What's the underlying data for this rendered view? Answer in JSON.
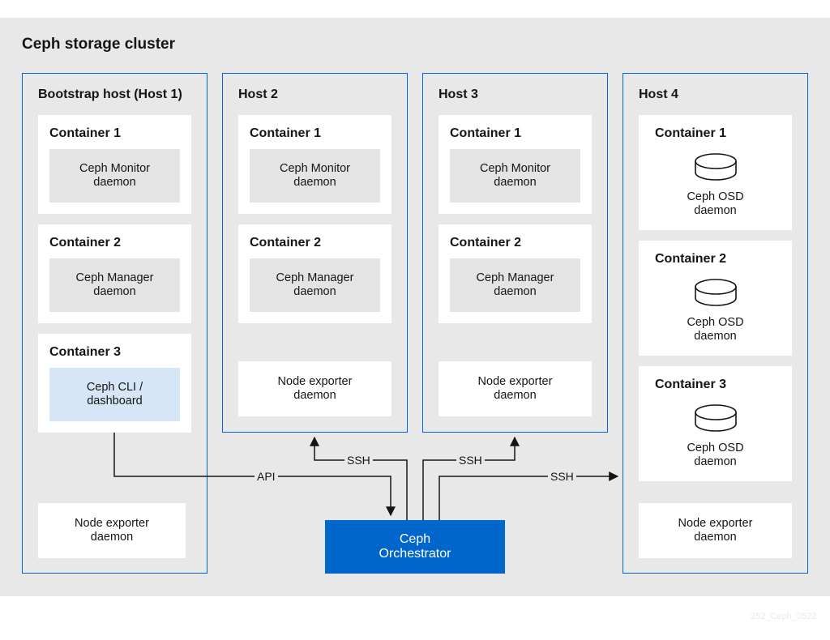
{
  "cluster": {
    "title": "Ceph storage cluster"
  },
  "hosts": {
    "host1": {
      "title": "Bootstrap host (Host 1)",
      "c1": {
        "title": "Container 1",
        "l1": "Ceph Monitor",
        "l2": "daemon"
      },
      "c2": {
        "title": "Container 2",
        "l1": "Ceph Manager",
        "l2": "daemon"
      },
      "c3": {
        "title": "Container 3",
        "l1": "Ceph CLI /",
        "l2": "dashboard"
      },
      "node": {
        "l1": "Node exporter",
        "l2": "daemon"
      }
    },
    "host2": {
      "title": "Host 2",
      "c1": {
        "title": "Container 1",
        "l1": "Ceph Monitor",
        "l2": "daemon"
      },
      "c2": {
        "title": "Container 2",
        "l1": "Ceph Manager",
        "l2": "daemon"
      },
      "node": {
        "l1": "Node exporter",
        "l2": "daemon"
      }
    },
    "host3": {
      "title": "Host 3",
      "c1": {
        "title": "Container 1",
        "l1": "Ceph Monitor",
        "l2": "daemon"
      },
      "c2": {
        "title": "Container 2",
        "l1": "Ceph Manager",
        "l2": "daemon"
      },
      "node": {
        "l1": "Node exporter",
        "l2": "daemon"
      }
    },
    "host4": {
      "title": "Host 4",
      "c1": {
        "title": "Container 1",
        "l1": "Ceph OSD",
        "l2": "daemon"
      },
      "c2": {
        "title": "Container 2",
        "l1": "Ceph OSD",
        "l2": "daemon"
      },
      "c3": {
        "title": "Container 3",
        "l1": "Ceph OSD",
        "l2": "daemon"
      },
      "node": {
        "l1": "Node exporter",
        "l2": "daemon"
      }
    }
  },
  "orchestrator": {
    "l1": "Ceph",
    "l2": "Orchestrator"
  },
  "connections": {
    "api": "API",
    "ssh_host2": "SSH",
    "ssh_host3": "SSH",
    "ssh_host4": "SSH"
  },
  "colors": {
    "accent": "#0066cc",
    "cluster_bg": "#e8e8e8",
    "daemon_bg": "#e4e4e4",
    "cli_bg": "#d6e6f7"
  },
  "watermark": "252_Ceph_0522"
}
